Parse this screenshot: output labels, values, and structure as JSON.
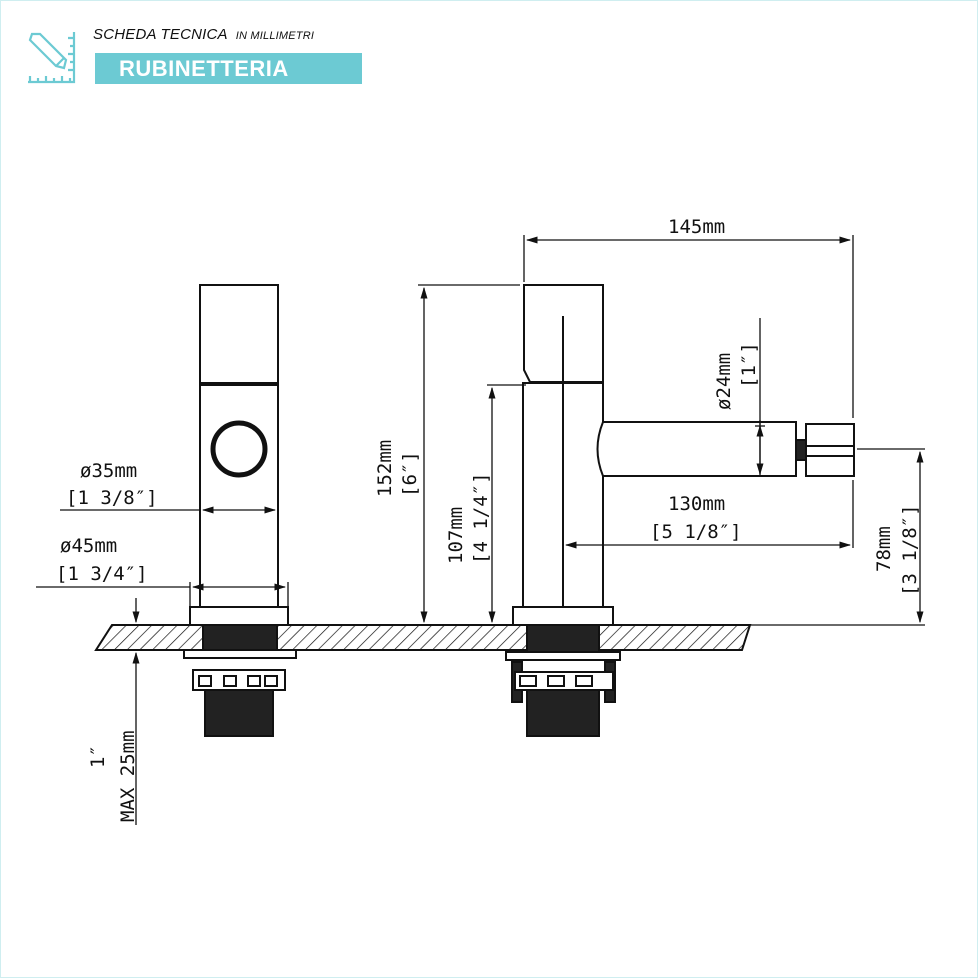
{
  "header": {
    "title": "SCHEDA TECNICA",
    "subtitle": "IN MILLIMETRI",
    "category": "RUBINETTERIA",
    "logo_icon": "ruler-pencil-icon",
    "accent_color": "#6ccad3"
  },
  "dimensions": {
    "width_145": "145mm",
    "height_152": "152mm",
    "height_152_in": "[6″]",
    "height_107": "107mm",
    "height_107_in": "[4 1/4″]",
    "dia_24": "ø24mm",
    "dia_24_in": "[1″]",
    "reach_130": "130mm",
    "reach_130_in": "[5 1/8″]",
    "height_78": "78mm",
    "height_78_in": "[3 1/8″]",
    "dia_35": "ø35mm",
    "dia_35_in": "[1 3/8″]",
    "dia_45": "ø45mm",
    "dia_45_in": "[1 3/4″]",
    "max_25": "MAX 25mm",
    "thread_1": "1″"
  }
}
